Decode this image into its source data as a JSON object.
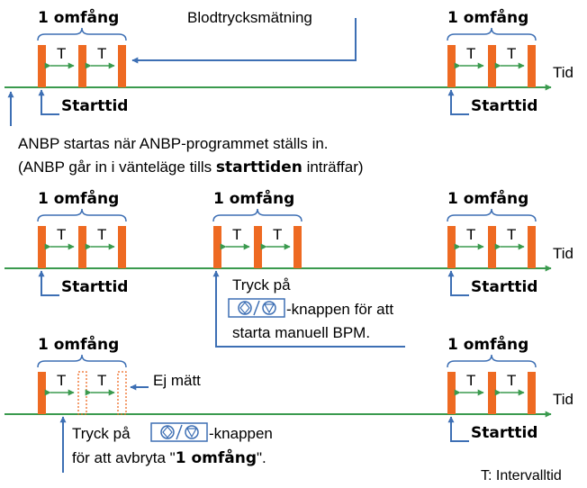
{
  "labels": {
    "range": "1 omfång",
    "interval_letter": "T",
    "bp_measurement": "Blodtrycksmätning",
    "time_axis": "Tid",
    "start_time": "Starttid",
    "note_line1": "ANBP startas när ANBP-programmet ställs in.",
    "note_line2_a": "(ANBP går in i vänteläge tills ",
    "note_line2_bold": "starttiden",
    "note_line2_b": " inträffar)",
    "manual_line1": "Tryck på",
    "manual_line2_b": "-knappen för att",
    "manual_line3": "starta manuell BPM.",
    "not_measured": "Ej mätt",
    "cancel_line1_a": "Tryck på ",
    "cancel_line1_b": "-knappen",
    "cancel_line2_a": "för att avbryta \"",
    "cancel_line2_bold": "1 omfång",
    "cancel_line2_b": "\".",
    "legend": "T: Intervalltid"
  },
  "colors": {
    "axis": "#3a9a4e",
    "measurement_bar": "#ee6a22",
    "arrow_blue": "#3d6fb4",
    "interval_arrow": "#3a9a4e",
    "bracket": "#3d6fb4"
  }
}
